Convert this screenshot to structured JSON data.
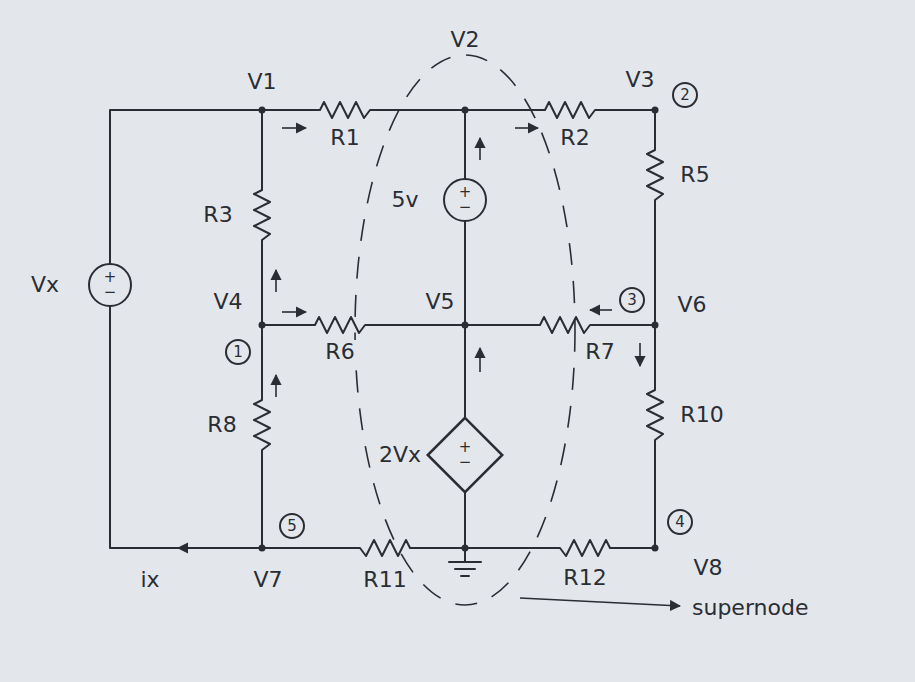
{
  "diagram": {
    "nodes": [
      {
        "text": [
          "2"
        ]
      },
      {
        "text": [
          "+",
          "−"
        ]
      },
      {
        "text": [
          "+",
          "−"
        ]
      },
      {
        "text": [
          "3"
        ]
      },
      {
        "text": [
          "1"
        ]
      },
      {
        "text": [
          "+",
          "−"
        ]
      },
      {
        "text": [
          "4"
        ]
      },
      {
        "text": [
          "5"
        ]
      }
    ],
    "labels": [
      "V1",
      "V2",
      "V3",
      "R1",
      "R2",
      "R3",
      "5v",
      "R5",
      "V6",
      "Vx",
      "V4",
      "V5",
      "R6",
      "R7",
      "R8",
      "R10",
      "2Vx",
      "V7",
      "R11",
      "R12",
      "V8",
      "ix",
      "supernode"
    ]
  }
}
